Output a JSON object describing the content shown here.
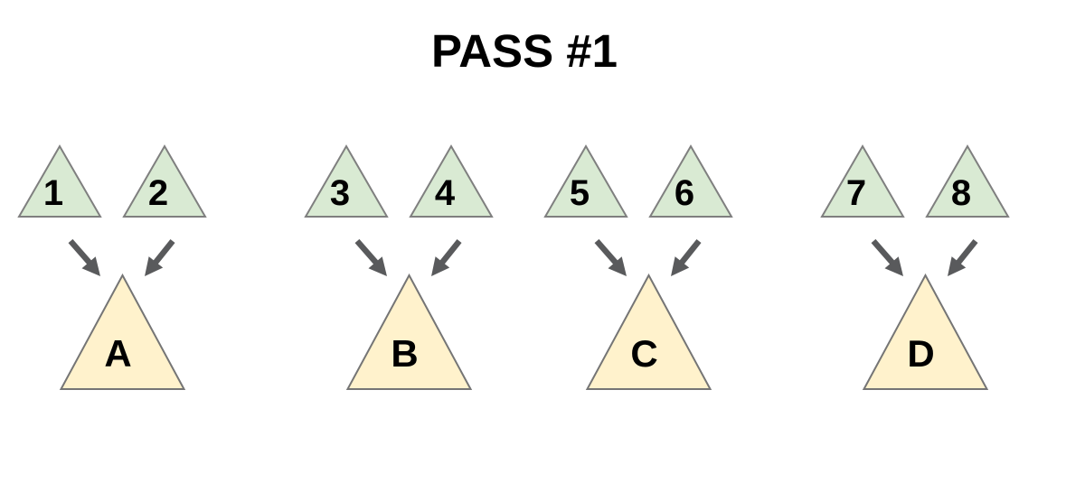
{
  "title": "PASS #1",
  "colors": {
    "background": "#ffffff",
    "input_fill": "#d9ead3",
    "input_stroke": "#7f7f7f",
    "output_fill": "#fff2cc",
    "output_stroke": "#757575",
    "arrow": "#595a5c",
    "label_text": "#000000"
  },
  "groups": [
    {
      "inputs": [
        "1",
        "2"
      ],
      "output": "A"
    },
    {
      "inputs": [
        "3",
        "4"
      ],
      "output": "B"
    },
    {
      "inputs": [
        "5",
        "6"
      ],
      "output": "C"
    },
    {
      "inputs": [
        "7",
        "8"
      ],
      "output": "D"
    }
  ]
}
